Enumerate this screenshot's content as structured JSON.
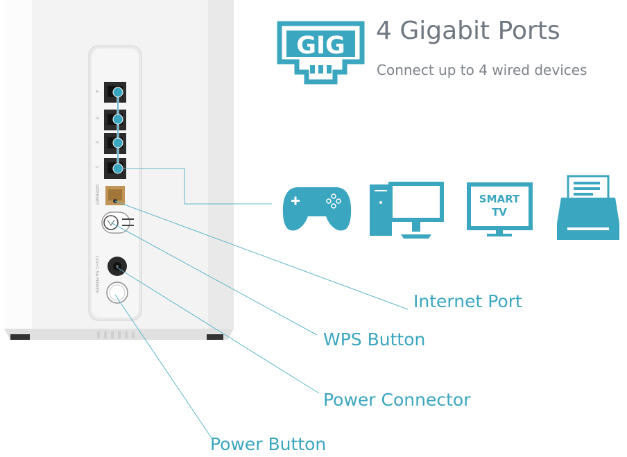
{
  "header": {
    "badge": "GIG",
    "title": "4 Gigabit Ports",
    "subtitle": "Connect up to 4 wired devices"
  },
  "devices": {
    "smart_tv": "SMART TV",
    "smart_tv_line1": "SMART",
    "smart_tv_line2": "TV"
  },
  "callouts": {
    "internet_port": "Internet Port",
    "wps_button": "WPS Button",
    "power_connector": "Power Connector",
    "power_button": "Power Button"
  },
  "router_labels": {
    "port4": "4",
    "port3": "3",
    "port2": "2",
    "port1": "1",
    "internet": "INTERNET",
    "power_rating": "12V⎓1.5A",
    "power": "POWER"
  },
  "colors": {
    "accent": "#3aa6bf",
    "title_gray": "#6f7780",
    "router_body": "#f4f4f4"
  }
}
